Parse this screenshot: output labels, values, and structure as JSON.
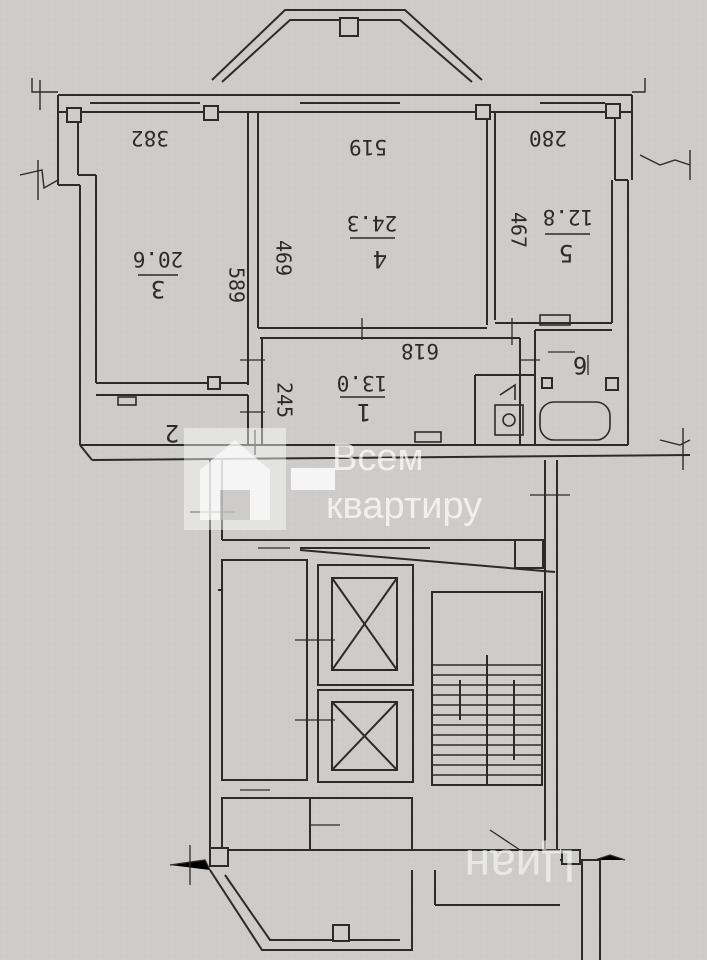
{
  "rooms": [
    {
      "id": "room-1",
      "number": "1",
      "area": "13.0",
      "dims": [
        "618",
        "245"
      ]
    },
    {
      "id": "room-2",
      "number": "2",
      "area": "",
      "dims": []
    },
    {
      "id": "room-3",
      "number": "3",
      "area": "20.6",
      "dims": [
        "382",
        "589"
      ]
    },
    {
      "id": "room-4",
      "number": "4",
      "area": "24.3",
      "dims": [
        "519",
        "469"
      ]
    },
    {
      "id": "room-5",
      "number": "5",
      "area": "12.8",
      "dims": [
        "280",
        "467"
      ]
    },
    {
      "id": "room-6",
      "number": "6",
      "area": "",
      "dims": []
    }
  ],
  "watermark": {
    "line1": "Всем",
    "line2": "квартиру"
  },
  "corner_mark": "Циан"
}
